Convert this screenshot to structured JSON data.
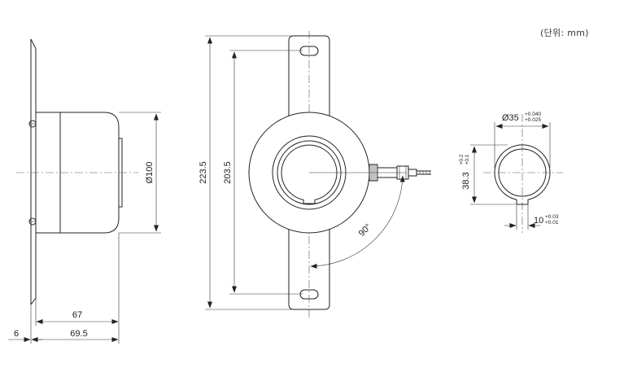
{
  "unit_note": "(단위: mm)",
  "dims": {
    "side_diameter": "Ø100",
    "side_length_67": "67",
    "side_length_69_5": "69.5",
    "side_flange_6": "6",
    "front_total": "223.5",
    "front_hole_pitch": "203.5",
    "angle": "90°",
    "bore": "Ø35",
    "bore_tol_upper": "+0.040",
    "bore_tol_lower": "+0.025",
    "key_height": "38.3",
    "key_height_tol_upper": "+0.2",
    "key_height_tol_lower": "+0.1",
    "key_width": "10",
    "key_width_tol_upper": "+0.03",
    "key_width_tol_lower": "+0.01"
  }
}
